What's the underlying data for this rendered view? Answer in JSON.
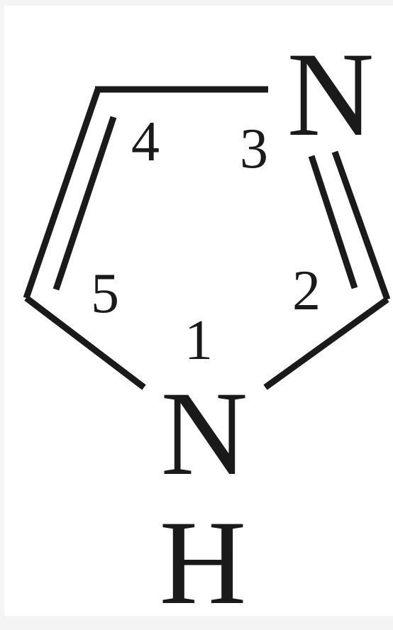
{
  "molecule": {
    "atoms": [
      {
        "id": "N3",
        "symbol": "N"
      },
      {
        "id": "N1",
        "symbol": "N"
      },
      {
        "id": "H1",
        "symbol": "H"
      }
    ],
    "locants": [
      "1",
      "2",
      "3",
      "4",
      "5"
    ]
  },
  "colors": {
    "ink": "#1a1a1a",
    "background": "#ffffff",
    "frame": "#f4f4f4"
  }
}
